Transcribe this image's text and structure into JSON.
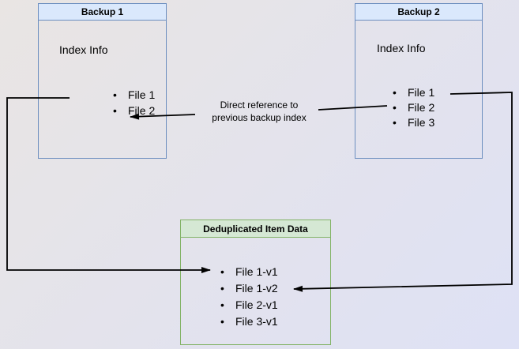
{
  "colors": {
    "bg_start": "#e9e5e3",
    "bg_end": "#dee1f5",
    "blue_fill": "#dae8fc",
    "blue_border": "#6c8ebf",
    "green_fill": "#d5e8d4",
    "green_border": "#82b366",
    "arrow_color": "#000000"
  },
  "boxes": {
    "backup1": {
      "title": "Backup 1",
      "subtitle": "Index Info",
      "items": [
        "File 1",
        "File 2"
      ]
    },
    "backup2": {
      "title": "Backup 2",
      "subtitle": "Index Info",
      "items": [
        "File 1",
        "File 2",
        "File 3"
      ]
    },
    "dedup": {
      "title": "Deduplicated Item Data",
      "items": [
        "File 1-v1",
        "File 1-v2",
        "File 2-v1",
        "File 3-v1"
      ]
    }
  },
  "edges": {
    "direct_reference": {
      "label_line1": "Direct reference to",
      "label_line2": "previous backup index"
    }
  }
}
